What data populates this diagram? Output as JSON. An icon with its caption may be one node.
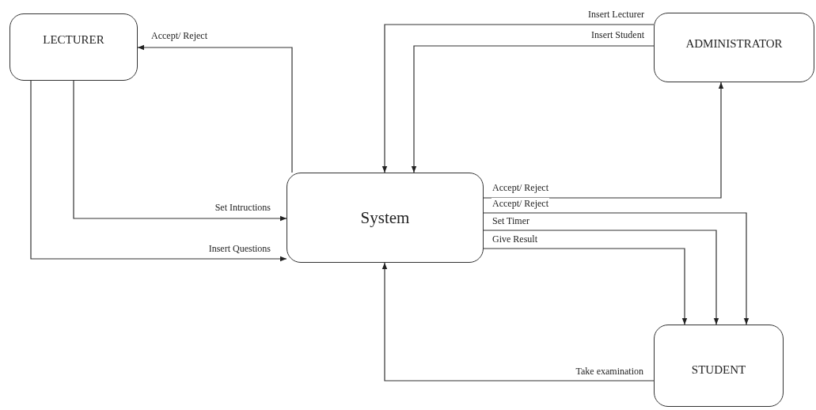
{
  "diagram": {
    "nodes": [
      {
        "text": [
          "LECTURER"
        ]
      },
      {
        "text": [
          "ADMINISTRATOR"
        ]
      },
      {
        "text": [
          "System"
        ]
      },
      {
        "text": [
          "STUDENT"
        ]
      }
    ],
    "edges": [
      {
        "from": 2,
        "to": 0,
        "arrow": "to",
        "label": "Accept/ Reject"
      },
      {
        "from": 0,
        "to": 2,
        "arrow": "to",
        "label": "Set Intructions"
      },
      {
        "from": 0,
        "to": 2,
        "arrow": "to",
        "label": "Insert Questions"
      },
      {
        "from": 1,
        "to": 2,
        "arrow": "to",
        "label": "Insert Lecturer"
      },
      {
        "from": 1,
        "to": 2,
        "arrow": "to",
        "label": "Insert Student"
      },
      {
        "from": 2,
        "to": 1,
        "arrow": "to",
        "label": "Accept/ Reject"
      },
      {
        "from": 2,
        "to": 3,
        "arrow": "to",
        "label": "Accept/ Reject"
      },
      {
        "from": 2,
        "to": 3,
        "arrow": "to",
        "label": "Set Timer"
      },
      {
        "from": 2,
        "to": 3,
        "arrow": "to",
        "label": "Give Result"
      },
      {
        "from": 3,
        "to": 2,
        "arrow": "to",
        "label": "Take examination"
      }
    ]
  }
}
